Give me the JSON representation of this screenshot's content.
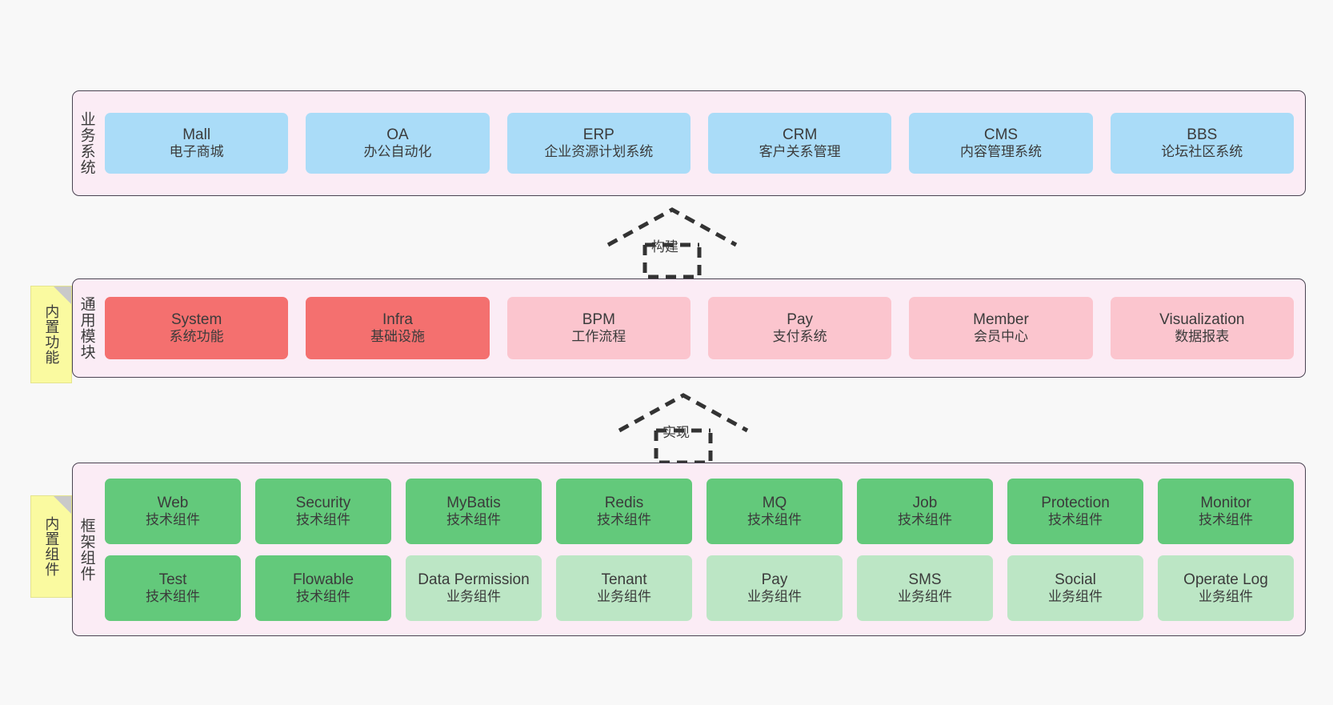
{
  "page": {
    "background_color": "#f8f8f8",
    "panel_fill_color": "#fbecf5",
    "panel_border_color": "#4a4452"
  },
  "notes": [
    {
      "name": "builtin-function",
      "label": "内置功能",
      "color": "#fafaa0"
    },
    {
      "name": "builtin-component",
      "label": "内置组件",
      "color": "#fafaa0"
    }
  ],
  "arrows": [
    {
      "name": "build",
      "label": "构建",
      "style": "dashed-generalization-up"
    },
    {
      "name": "implement",
      "label": "实现",
      "style": "dashed-generalization-up"
    }
  ],
  "layers": {
    "business": {
      "label": "业务系统",
      "color": "#aadcf8",
      "items": [
        {
          "name": "Mall",
          "desc": "电子商城",
          "color": "#aadcf8"
        },
        {
          "name": "OA",
          "desc": "办公自动化",
          "color": "#aadcf8"
        },
        {
          "name": "ERP",
          "desc": "企业资源计划系统",
          "color": "#aadcf8"
        },
        {
          "name": "CRM",
          "desc": "客户关系管理",
          "color": "#aadcf8"
        },
        {
          "name": "CMS",
          "desc": "内容管理系统",
          "color": "#aadcf8"
        },
        {
          "name": "BBS",
          "desc": "论坛社区系统",
          "color": "#aadcf8"
        }
      ]
    },
    "modules": {
      "label": "通用模块",
      "items": [
        {
          "name": "System",
          "desc": "系统功能",
          "color": "#f4706f"
        },
        {
          "name": "Infra",
          "desc": "基础设施",
          "color": "#f4706f"
        },
        {
          "name": "BPM",
          "desc": "工作流程",
          "color": "#fbc5ce"
        },
        {
          "name": "Pay",
          "desc": "支付系统",
          "color": "#fbc5ce"
        },
        {
          "name": "Member",
          "desc": "会员中心",
          "color": "#fbc5ce"
        },
        {
          "name": "Visualization",
          "desc": "数据报表",
          "color": "#fbc5ce"
        }
      ]
    },
    "framework": {
      "label": "框架组件",
      "rows": [
        [
          {
            "name": "Web",
            "desc": "技术组件",
            "color": "#63c97b"
          },
          {
            "name": "Security",
            "desc": "技术组件",
            "color": "#63c97b"
          },
          {
            "name": "MyBatis",
            "desc": "技术组件",
            "color": "#63c97b"
          },
          {
            "name": "Redis",
            "desc": "技术组件",
            "color": "#63c97b"
          },
          {
            "name": "MQ",
            "desc": "技术组件",
            "color": "#63c97b"
          },
          {
            "name": "Job",
            "desc": "技术组件",
            "color": "#63c97b"
          },
          {
            "name": "Protection",
            "desc": "技术组件",
            "color": "#63c97b"
          },
          {
            "name": "Monitor",
            "desc": "技术组件",
            "color": "#63c97b"
          }
        ],
        [
          {
            "name": "Test",
            "desc": "技术组件",
            "color": "#63c97b"
          },
          {
            "name": "Flowable",
            "desc": "技术组件",
            "color": "#63c97b"
          },
          {
            "name": "Data Permission",
            "desc": "业务组件",
            "color": "#bce6c5"
          },
          {
            "name": "Tenant",
            "desc": "业务组件",
            "color": "#bce6c5"
          },
          {
            "name": "Pay",
            "desc": "业务组件",
            "color": "#bce6c5"
          },
          {
            "name": "SMS",
            "desc": "业务组件",
            "color": "#bce6c5"
          },
          {
            "name": "Social",
            "desc": "业务组件",
            "color": "#bce6c5"
          },
          {
            "name": "Operate Log",
            "desc": "业务组件",
            "color": "#bce6c5"
          }
        ]
      ]
    }
  }
}
